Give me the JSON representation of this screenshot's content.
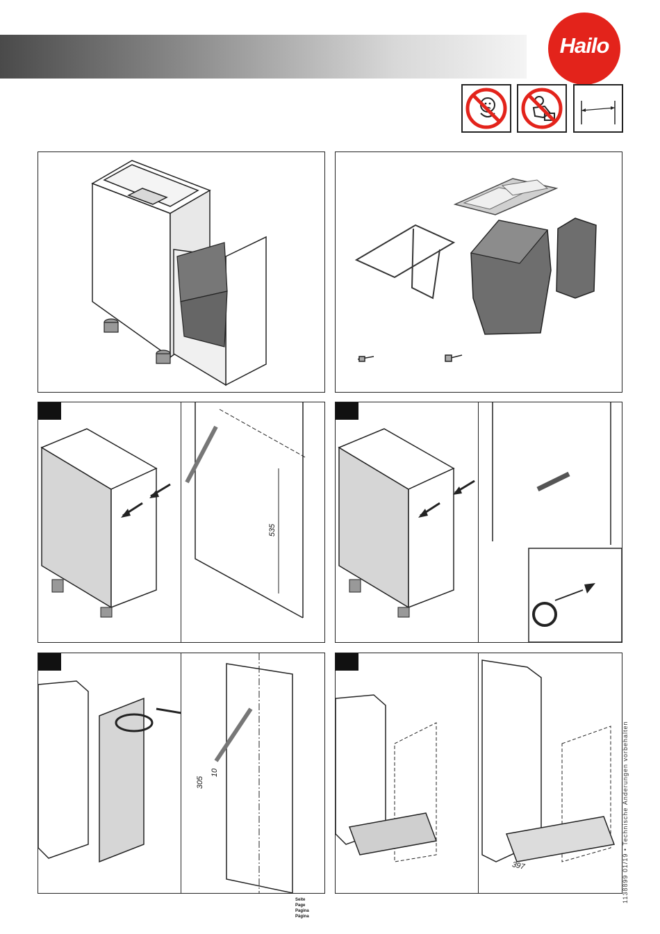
{
  "brand": {
    "logo_text": "Hailo"
  },
  "header": {
    "bar_colors": [
      "#4a4a4a",
      "#f4f4f4"
    ]
  },
  "symbols": [
    {
      "icon": "no-children-icon"
    },
    {
      "icon": "no-climbing-icon"
    },
    {
      "icon": "width-measure-icon"
    }
  ],
  "steps": [
    {
      "number": ""
    },
    {
      "number": ""
    },
    {
      "number": ""
    },
    {
      "number": ""
    }
  ],
  "dimensions": {
    "d535": "535",
    "d305": "305",
    "d10": "10",
    "d397": "397"
  },
  "footer": {
    "side_text": "1138899 01/19 • Technische Änderungen vorbehalten",
    "page_labels": [
      "Seite",
      "Page",
      "Pagina",
      "Página"
    ]
  },
  "colors": {
    "brand_red": "#e3231b",
    "part_gray": "#6e6e6e"
  }
}
